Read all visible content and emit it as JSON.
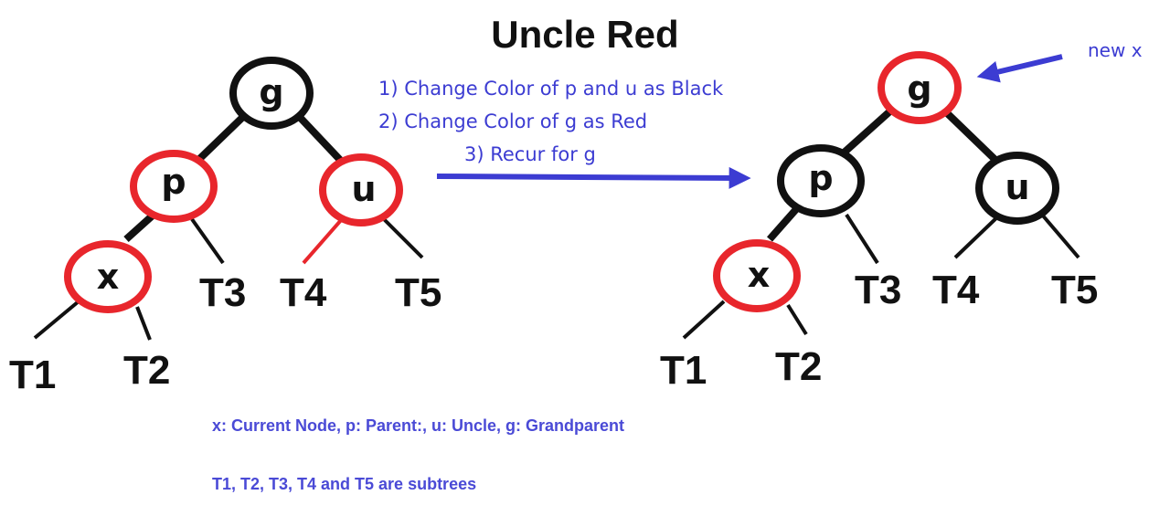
{
  "title": "Uncle Red",
  "colors": {
    "red": "#e8262c",
    "black": "#111111",
    "blue": "#3c3cd2",
    "legend_text": "#4a4ad6"
  },
  "nodes": {
    "g": "g",
    "p": "p",
    "u": "u",
    "x": "x"
  },
  "subtrees": {
    "t1": "T1",
    "t2": "T2",
    "t3": "T3",
    "t4": "T4",
    "t5": "T5"
  },
  "steps": [
    "1) Change Color of p and u as Black",
    "2) Change Color of g as Red",
    "3) Recur for g"
  ],
  "new_x_label": "new x",
  "legend": {
    "line1": "x: Current Node,  p: Parent:,  u: Uncle,  g: Grandparent",
    "line2": "T1, T2, T3, T4 and T5 are subtrees"
  },
  "before": {
    "node_colors": {
      "g": "black",
      "p": "red",
      "u": "red",
      "x": "red"
    }
  },
  "after": {
    "node_colors": {
      "g": "red",
      "p": "black",
      "u": "black",
      "x": "red"
    }
  }
}
